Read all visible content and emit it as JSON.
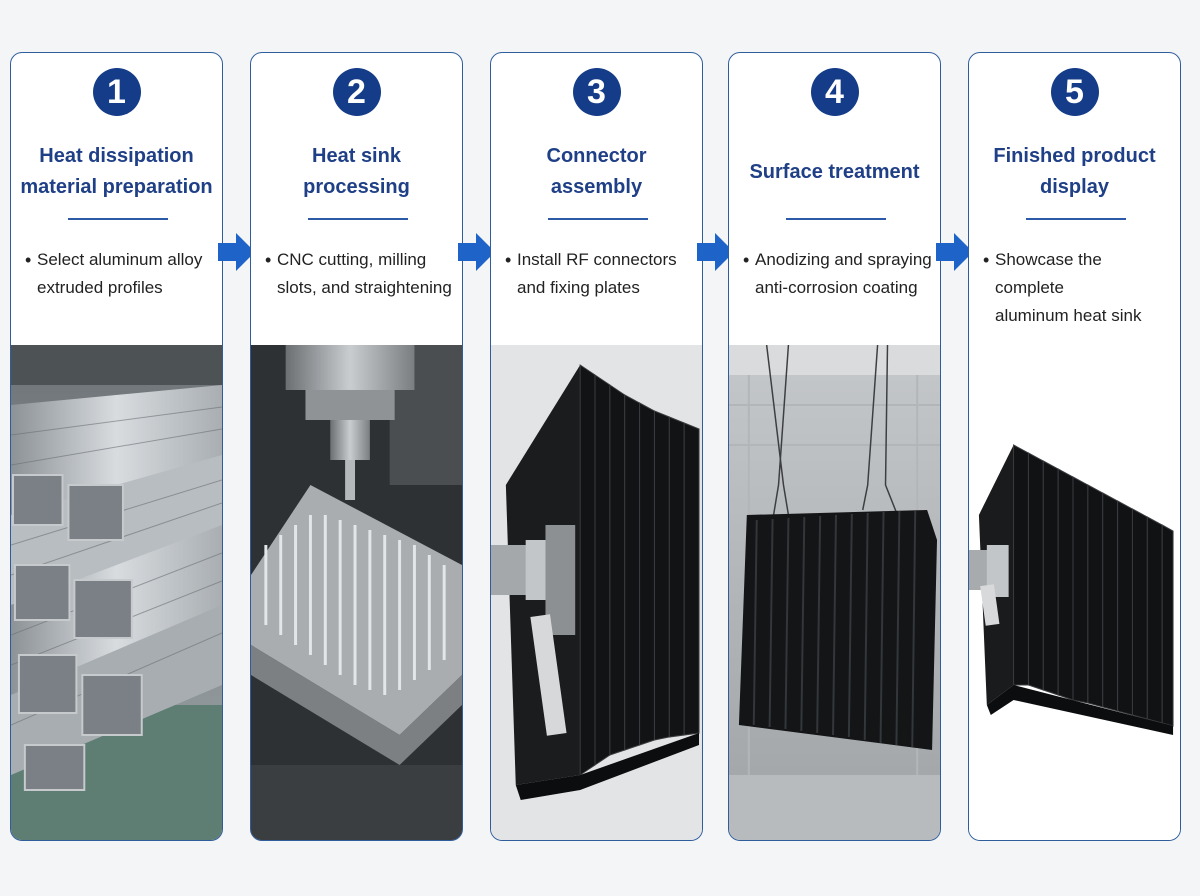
{
  "steps": [
    {
      "number": "1",
      "title_lines": [
        "Heat dissipation",
        "material preparation"
      ],
      "bullet_lines": [
        "Select aluminum alloy",
        "extruded profiles"
      ],
      "photo": "stacked-aluminum-profiles-photo"
    },
    {
      "number": "2",
      "title_lines": [
        "Heat sink processing"
      ],
      "bullet_lines": [
        "CNC cutting, milling",
        "slots, and straightening"
      ],
      "photo": "cnc-milling-heat-sink-photo"
    },
    {
      "number": "3",
      "title_lines": [
        "Connector assembly"
      ],
      "bullet_lines": [
        "Install RF connectors",
        "and fixing plates"
      ],
      "photo": "heat-sink-with-rf-connector-photo"
    },
    {
      "number": "4",
      "title_lines": [
        "Surface treatment"
      ],
      "bullet_lines": [
        "Anodizing and spraying",
        "anti-corrosion coating"
      ],
      "photo": "hanging-heat-sink-coating-line-photo"
    },
    {
      "number": "5",
      "title_lines": [
        "Finished product",
        "display"
      ],
      "bullet_lines": [
        "Showcase the complete",
        "aluminum heat sink"
      ],
      "photo": "finished-black-heat-sink-photo"
    }
  ],
  "arrows": [
    "arrow-right-icon",
    "arrow-right-icon",
    "arrow-right-icon",
    "arrow-right-icon"
  ],
  "colors": {
    "badge": "#143c88",
    "title": "#1f3f86",
    "border": "#2f5d9c",
    "arrow": "#1e64c8"
  }
}
